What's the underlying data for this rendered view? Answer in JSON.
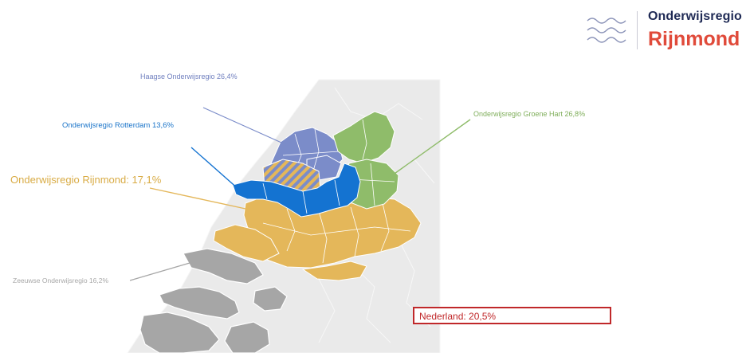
{
  "logo": {
    "line1": "Onderwijsregio",
    "line2": "Rijnmond",
    "colors": {
      "line1": "#1f2a55",
      "line2": "#e04a3a",
      "waves": "#8b93b8"
    }
  },
  "regions": [
    {
      "key": "haagse",
      "label": "Haagse Onderwijsregio 26,4%",
      "value_percent": 26.4,
      "color": "#7b8cc9"
    },
    {
      "key": "rotterdam",
      "label": "Onderwijsregio Rotterdam 13,6%",
      "value_percent": 13.6,
      "color": "#1473d1"
    },
    {
      "key": "rijnmond",
      "label": "Onderwijsregio Rijnmond: 17,1%",
      "value_percent": 17.1,
      "color": "#e4b75a"
    },
    {
      "key": "groene_hart",
      "label": "Onderwijsregio Groene Hart 26,8%",
      "value_percent": 26.8,
      "color": "#8fbc6a"
    },
    {
      "key": "zeeuwse",
      "label": "Zeeuwse Onderwijsregio 16,2%",
      "value_percent": 16.2,
      "color": "#a6a6a6"
    }
  ],
  "nederland": {
    "label": "Nederland: 20,5%",
    "value_percent": 20.5,
    "border_color": "#c0282a"
  },
  "map_base_color": "#eaeaea"
}
